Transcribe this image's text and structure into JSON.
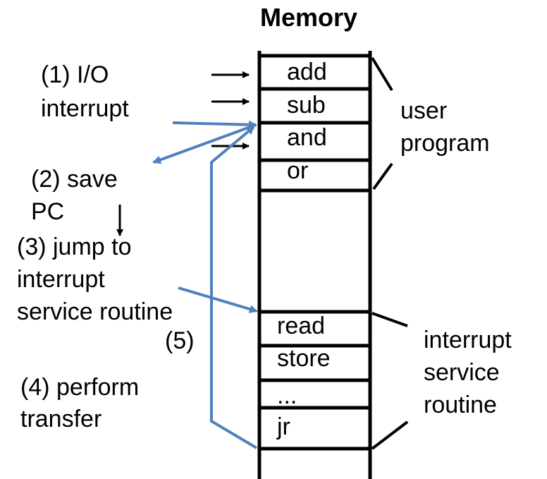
{
  "title": "Memory",
  "memory_cells": [
    "add",
    "sub",
    "and",
    "or",
    "read",
    "store",
    "...",
    "jr"
  ],
  "group_labels": {
    "user_program": [
      "user",
      "program"
    ],
    "isr": [
      "interrupt",
      "service",
      "routine"
    ]
  },
  "steps": {
    "step1": [
      "(1) I/O",
      "interrupt"
    ],
    "step2": [
      "(2) save",
      "PC"
    ],
    "step3": [
      "(3) jump to",
      "interrupt",
      "service routine"
    ],
    "step4": [
      "(4) perform",
      "transfer"
    ],
    "step5": "(5)"
  },
  "colors": {
    "flow": "#4f81bd",
    "ink": "#000000"
  }
}
